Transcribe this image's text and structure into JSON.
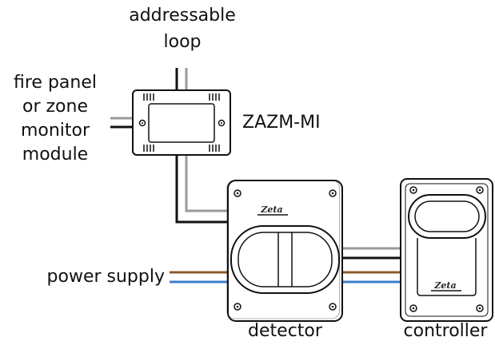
{
  "labels": {
    "addressable_loop_1": "addressable",
    "addressable_loop_2": "loop",
    "fire_panel_1": "fire panel",
    "fire_panel_2": "or zone",
    "fire_panel_3": "monitor",
    "fire_panel_4": "module",
    "module_name": "ZAZM-MI",
    "power_supply": "power supply",
    "detector": "detector",
    "controller": "controller"
  },
  "logo": {
    "text": "Zeta"
  },
  "colors": {
    "black_wire": "#111111",
    "grey_wire": "#9a9a9a",
    "brown_wire": "#8b5a2b",
    "blue_wire": "#3a7dc9",
    "outline": "#111111"
  }
}
